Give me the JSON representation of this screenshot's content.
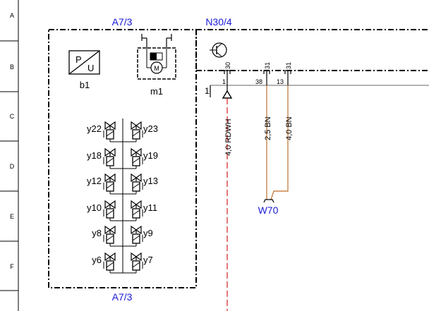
{
  "row_labels": [
    "A",
    "B",
    "C",
    "D",
    "E",
    "F"
  ],
  "module_top_label": "A7/3",
  "module_bottom_label": "A7/3",
  "connector_label": "N30/4",
  "ground_label": "W70",
  "pu_sensor": {
    "p": "P",
    "u": "U",
    "ref": "b1"
  },
  "motor": {
    "symbol": "M",
    "ref": "m1"
  },
  "valves_left": [
    "y22",
    "y18",
    "y12",
    "y10",
    "y8",
    "y6"
  ],
  "valves_right": [
    "y23",
    "y19",
    "y13",
    "y11",
    "y9",
    "y7"
  ],
  "pins": {
    "p30": "30",
    "p31a": "31",
    "p31b": "31",
    "p1": "1",
    "p38": "38",
    "p13": "13"
  },
  "bus_label": "1",
  "wires": {
    "w1": "4,0 RDWH",
    "w2": "2,5 BN",
    "w3": "4,0 BN"
  },
  "colors": {
    "label_blue": "#1a1ad6",
    "wire_red": "#d42020",
    "wire_brown": "#c8844a",
    "bus_gray": "#9a9a9a"
  }
}
